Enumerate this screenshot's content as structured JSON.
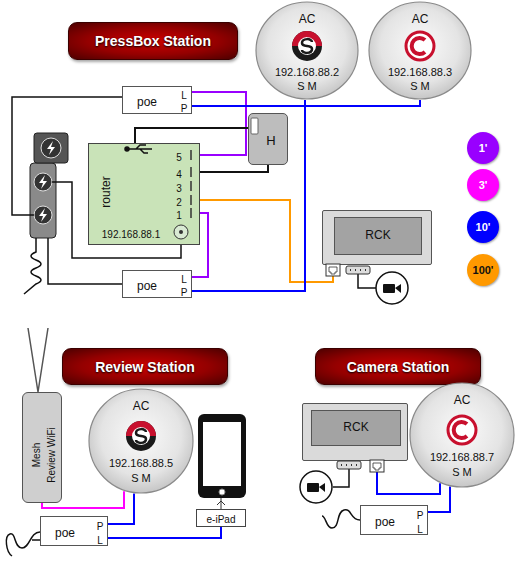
{
  "diagram": {
    "nodes": [
      {
        "text": [
          "PressBox Station"
        ]
      },
      {
        "text": [
          "AC",
          "192.168.88.2",
          "S M"
        ]
      },
      {
        "text": [
          "AC",
          "192.168.88.3",
          "S M"
        ]
      },
      {
        "text": [
          "poe",
          "L",
          "P"
        ]
      },
      {
        "text": [
          "H"
        ]
      },
      {
        "text": [
          "router",
          "5",
          "4",
          "3",
          "2",
          "1",
          "192.168.88.1"
        ]
      },
      {
        "text": [
          "poe",
          "L",
          "P"
        ]
      },
      {
        "text": [
          "RCK"
        ]
      },
      {
        "text": [
          "Review Station"
        ]
      },
      {
        "text": [
          "Mesh",
          "Review WiFi"
        ]
      },
      {
        "text": [
          "AC",
          "192.168.88.5",
          "S M"
        ]
      },
      {
        "text": [
          "e-iPad"
        ]
      },
      {
        "text": [
          "poe",
          "P",
          "L"
        ]
      },
      {
        "text": [
          "Camera Station"
        ]
      },
      {
        "text": [
          "RCK"
        ]
      },
      {
        "text": [
          "AC",
          "192.168.88.7",
          "S M"
        ]
      },
      {
        "text": [
          "poe",
          "P",
          "L"
        ]
      }
    ],
    "edges": [
      {
        "from": 3,
        "to": 5,
        "arrow": "none"
      },
      {
        "from": 3,
        "to": 2,
        "arrow": "none"
      },
      {
        "from": 5,
        "to": 4,
        "arrow": "none"
      },
      {
        "from": 5,
        "to": 4,
        "arrow": "none"
      },
      {
        "from": 6,
        "to": 5,
        "arrow": "none"
      },
      {
        "from": 5,
        "to": 7,
        "arrow": "none"
      },
      {
        "from": 6,
        "to": 1,
        "arrow": "none"
      },
      {
        "from": 9,
        "to": 10,
        "arrow": "none"
      },
      {
        "from": 12,
        "to": 10,
        "arrow": "none"
      },
      {
        "from": 12,
        "to": 11,
        "arrow": "none"
      },
      {
        "from": 16,
        "to": 15,
        "arrow": "none"
      },
      {
        "from": 14,
        "to": 15,
        "arrow": "none"
      }
    ],
    "legend": [
      {
        "text": "1'",
        "color": "#9900ff"
      },
      {
        "text": "3'",
        "color": "#ff00ff"
      },
      {
        "text": "10'",
        "color": "#0000ff"
      },
      {
        "text": "100'",
        "color": "#ff9900"
      }
    ]
  }
}
